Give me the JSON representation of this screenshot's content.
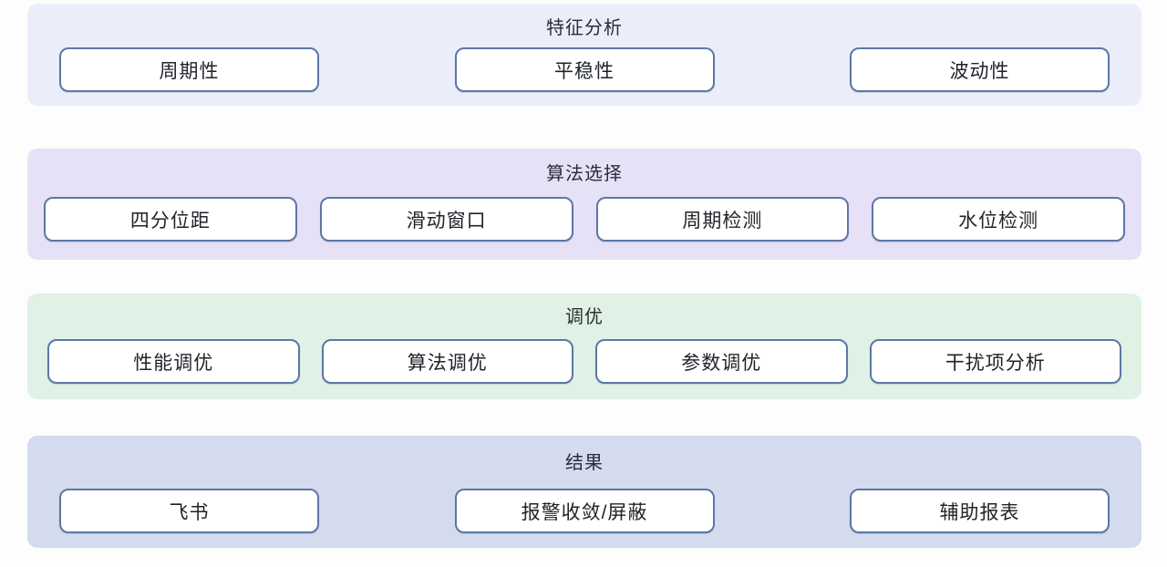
{
  "sections": [
    {
      "title": "特征分析",
      "background": "#EBEEFA",
      "items": [
        "周期性",
        "平稳性",
        "波动性"
      ]
    },
    {
      "title": "算法选择",
      "background": "#E7E1F7",
      "items": [
        "四分位距",
        "滑动窗口",
        "周期检测",
        "水位检测"
      ]
    },
    {
      "title": "调优",
      "background": "#DFF2E5",
      "items": [
        "性能调优",
        "算法调优",
        "参数调优",
        "干扰项分析"
      ]
    },
    {
      "title": "结果",
      "background": "#D4DBEE",
      "items": [
        "飞书",
        "报警收敛/屏蔽",
        "辅助报表"
      ]
    }
  ],
  "colors": {
    "page_background": "#FDFDFD",
    "box_background": "#FFFFFF",
    "box_border": "#5C77A5",
    "title_text": "#2A2D35",
    "box_text": "#1F2329"
  }
}
